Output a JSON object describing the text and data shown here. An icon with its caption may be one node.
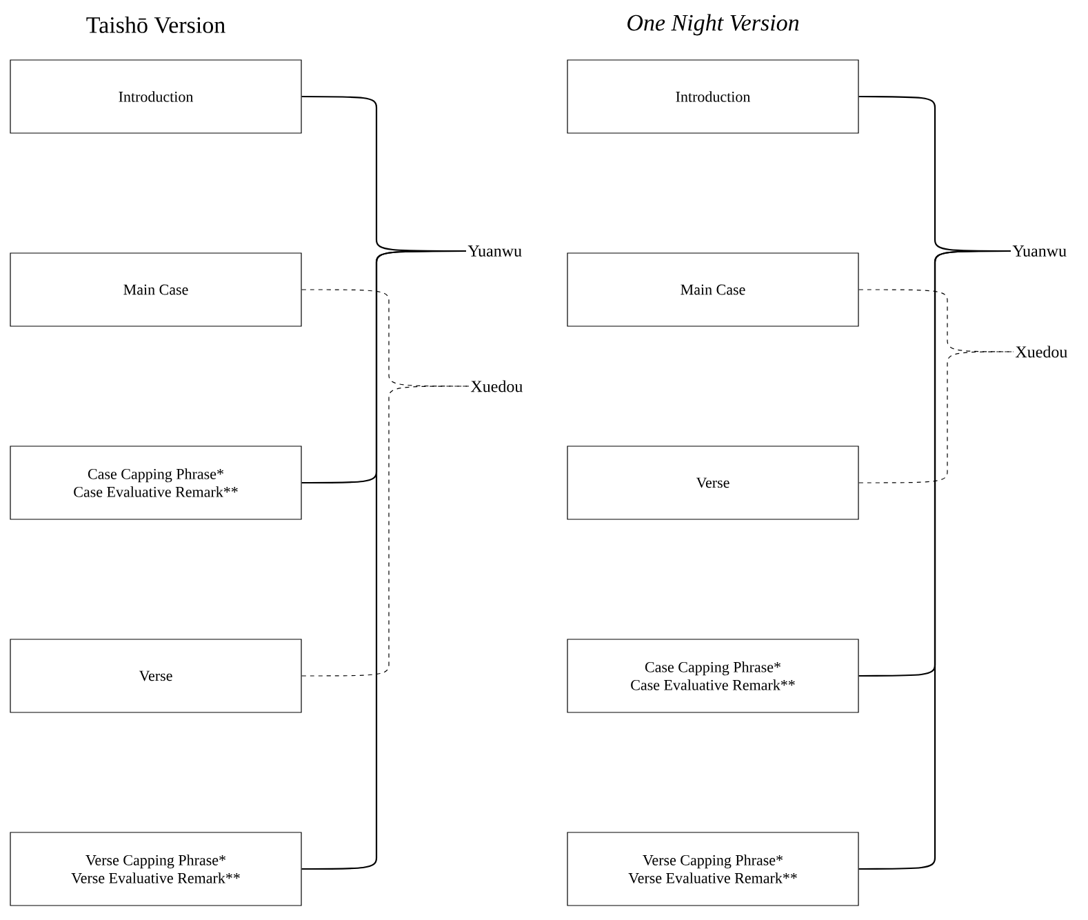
{
  "diagram": {
    "nodes": [
      {
        "text": [
          "Introduction"
        ]
      },
      {
        "text": [
          "Main Case"
        ]
      },
      {
        "text": [
          "Case Capping Phrase*",
          "Case Evaluative Remark**"
        ]
      },
      {
        "text": [
          "Verse"
        ]
      },
      {
        "text": [
          "Verse Capping Phrase*",
          "Verse Evaluative Remark**"
        ]
      },
      {
        "text": [
          "Yuanwu"
        ]
      },
      {
        "text": [
          "Xuedou"
        ]
      },
      {
        "text": [
          "Introduction"
        ]
      },
      {
        "text": [
          "Main Case"
        ]
      },
      {
        "text": [
          "Verse"
        ]
      },
      {
        "text": [
          "Case Capping Phrase*",
          "Case Evaluative Remark**"
        ]
      },
      {
        "text": [
          "Verse Capping Phrase*",
          "Verse Evaluative Remark**"
        ]
      },
      {
        "text": [
          "Yuanwu"
        ]
      },
      {
        "text": [
          "Xuedou"
        ]
      }
    ],
    "edges": [
      {
        "from": 0,
        "to": 5,
        "arrow": "none"
      },
      {
        "from": 2,
        "to": 5,
        "arrow": "none"
      },
      {
        "from": 4,
        "to": 5,
        "arrow": "none"
      },
      {
        "from": 1,
        "to": 6,
        "arrow": "none",
        "style": "dashed"
      },
      {
        "from": 3,
        "to": 6,
        "arrow": "none",
        "style": "dashed"
      },
      {
        "from": 7,
        "to": 12,
        "arrow": "none"
      },
      {
        "from": 10,
        "to": 12,
        "arrow": "none"
      },
      {
        "from": 11,
        "to": 12,
        "arrow": "none"
      },
      {
        "from": 8,
        "to": 13,
        "arrow": "none",
        "style": "dashed"
      },
      {
        "from": 9,
        "to": 13,
        "arrow": "none",
        "style": "dashed"
      }
    ],
    "labels": [
      "Taishō Version",
      "*One Night Version*"
    ]
  }
}
